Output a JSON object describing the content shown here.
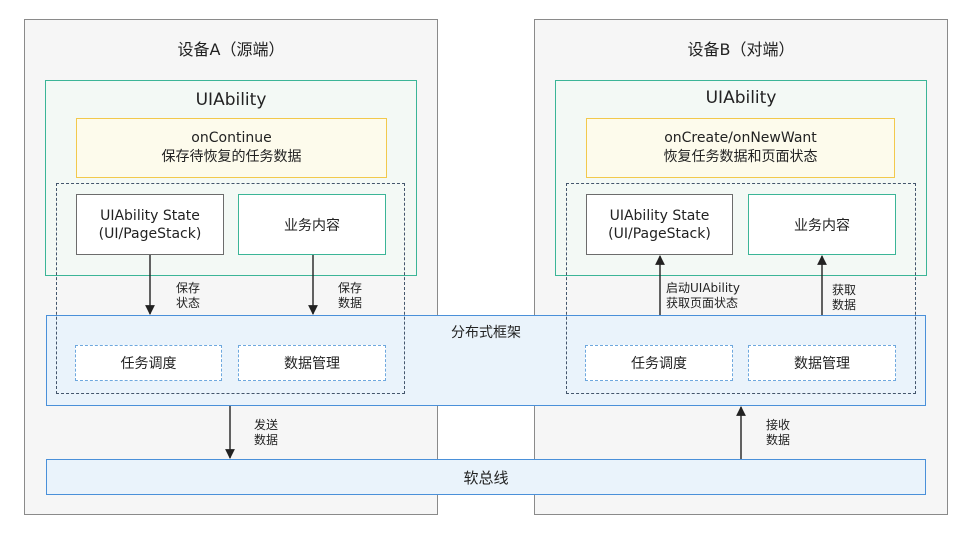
{
  "device_a": {
    "title": "设备A（源端）",
    "uiability": {
      "title": "UIAbility",
      "callback_line1": "onContinue",
      "callback_line2": "保存待恢复的任务数据",
      "state_line1": "UIAbility State",
      "state_line2": "(UI/PageStack)",
      "business": "业务内容"
    },
    "arrow_state_label": [
      "保存",
      "状态"
    ],
    "arrow_business_label": [
      "保存",
      "数据"
    ],
    "arrow_send_label": [
      "发送",
      "数据"
    ]
  },
  "device_b": {
    "title": "设备B（对端）",
    "uiability": {
      "title": "UIAbility",
      "callback_line1": "onCreate/onNewWant",
      "callback_line2": "恢复任务数据和页面状态",
      "state_line1": "UIAbility State",
      "state_line2": "(UI/PageStack)",
      "business": "业务内容"
    },
    "arrow_state_label": [
      "启动UIAbility",
      "获取页面状态"
    ],
    "arrow_business_label": [
      "获取",
      "数据"
    ],
    "arrow_receive_label": [
      "接收",
      "数据"
    ]
  },
  "distributed_framework": {
    "title": "分布式框架",
    "left_scheduling": "任务调度",
    "left_data_mgmt": "数据管理",
    "right_scheduling": "任务调度",
    "right_data_mgmt": "数据管理"
  },
  "soft_bus": {
    "title": "软总线"
  },
  "colors": {
    "device_border": "#8a8a8a",
    "uiability_border": "#3bb597",
    "callback_border": "#f2c94c",
    "framework_border": "#4a90d9",
    "dashed_group_border": "#44566c"
  }
}
